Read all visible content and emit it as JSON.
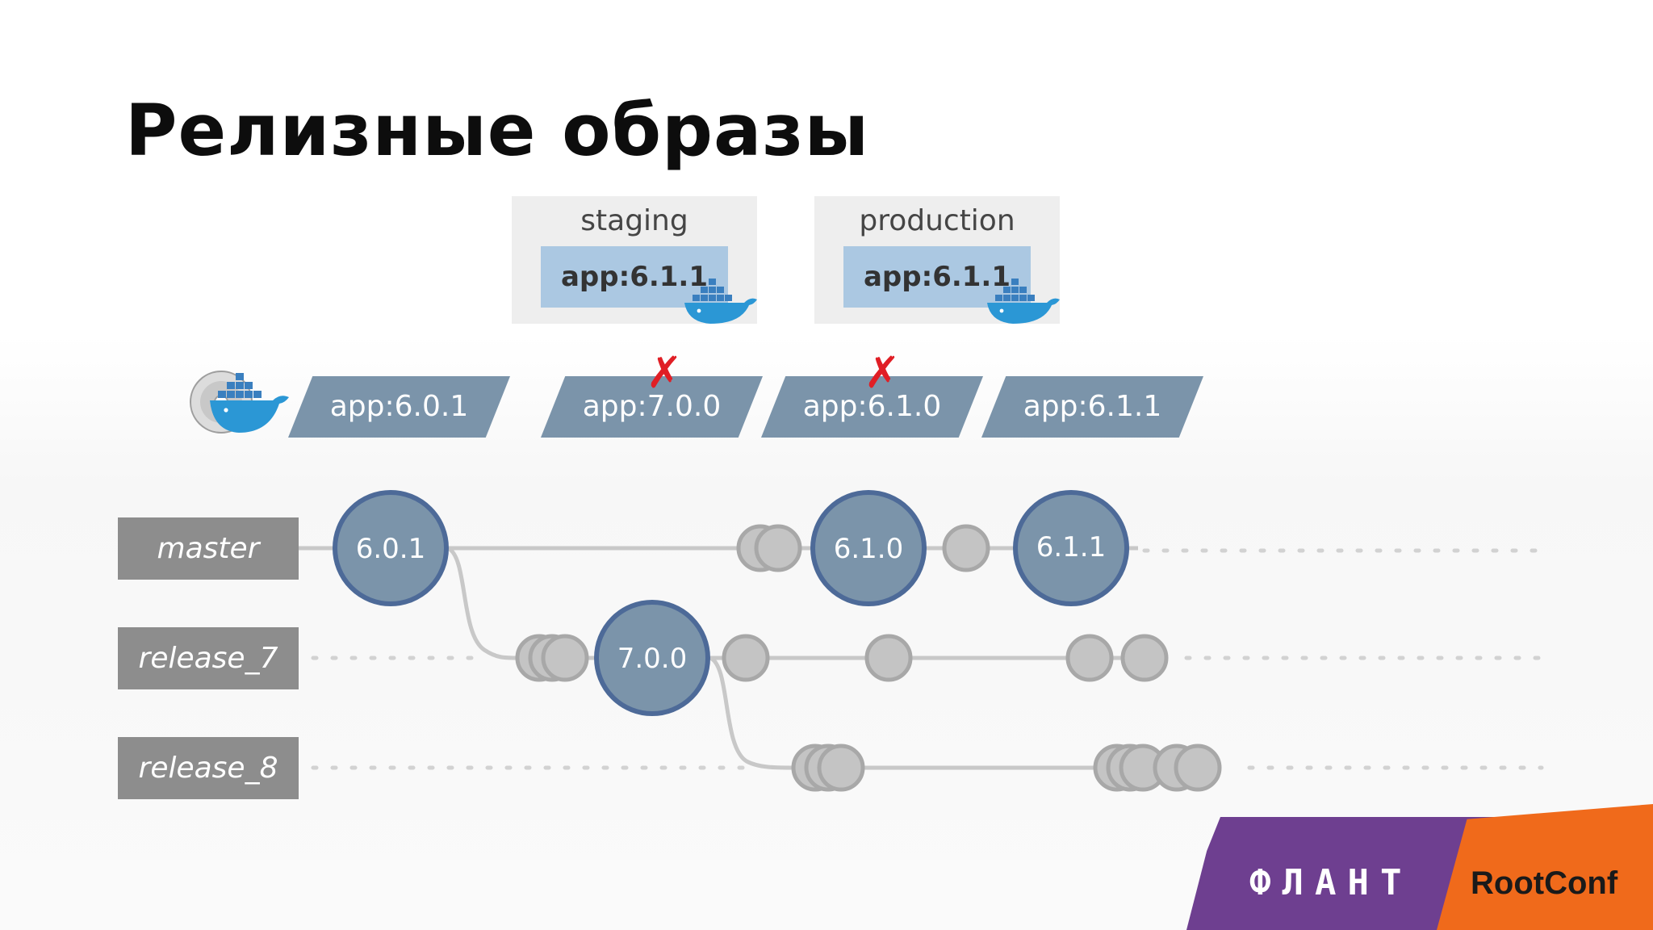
{
  "title": "Релизные образы",
  "environments": [
    {
      "label": "staging",
      "image": "app:6.1.1",
      "icon": "docker-whale-icon"
    },
    {
      "label": "production",
      "image": "app:6.1.1",
      "icon": "docker-whale-icon"
    }
  ],
  "registry": {
    "icon": "docker-registry-icon",
    "tags": [
      "app:6.0.1",
      "app:7.0.0",
      "app:6.1.0",
      "app:6.1.1"
    ],
    "removed_tags": [
      "app:7.0.0",
      "app:6.1.0"
    ],
    "removed_mark": "✗"
  },
  "branches": [
    "master",
    "release_7",
    "release_8"
  ],
  "releases": [
    "6.0.1",
    "7.0.0",
    "6.1.0",
    "6.1.1"
  ],
  "colors": {
    "title": "#0d0d0d",
    "env_box": "#eeeeee",
    "env_image": "#abc8e2",
    "tag": "#7b94aa",
    "branch_label": "#8d8d8d",
    "release_circle_fill": "#7b94aa",
    "release_circle_stroke": "#4d6a98",
    "commit_fill": "#c4c4c4",
    "commit_stroke": "#a8a8a8",
    "cross": "#e01e25",
    "flant": "#6e3f90",
    "rootconf": "#f06a1b"
  },
  "brand": {
    "flant": "ФЛАНТ",
    "rootconf": "RootConf"
  }
}
